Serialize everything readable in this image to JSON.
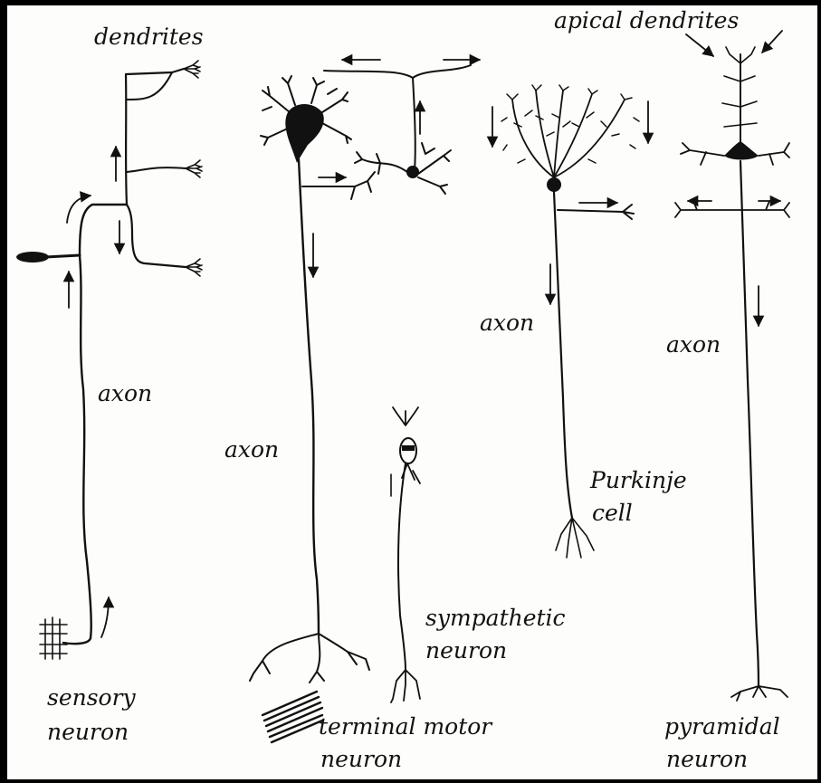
{
  "labels": {
    "dendrites": "dendrites",
    "apical_dendrites": "apical dendrites",
    "axon_sensory": "axon",
    "axon_motor": "axon",
    "axon_purkinje": "axon",
    "axon_pyramidal": "axon",
    "purkinje_line1": "Purkinje",
    "purkinje_line2": "cell",
    "sympathetic_line1": "sympathetic",
    "sympathetic_line2": "neuron",
    "sensory_line1": "sensory",
    "sensory_line2": "neuron",
    "motor_line1": "terminal motor",
    "motor_line2": "neuron",
    "pyramidal_line1": "pyramidal",
    "pyramidal_line2": "neuron"
  },
  "colors": {
    "background": "#000000",
    "paper": "#fdfdfb",
    "ink": "#111111"
  }
}
